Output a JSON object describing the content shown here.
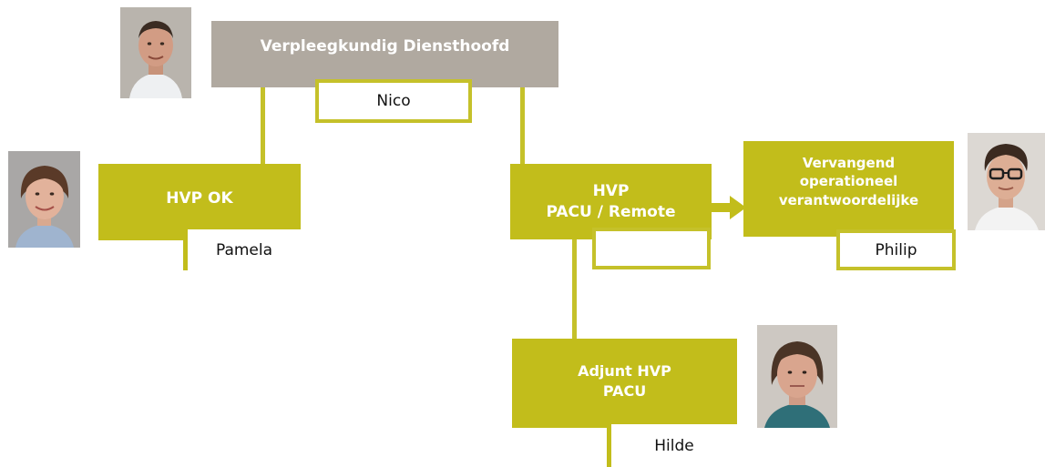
{
  "top": {
    "title": "Verpleegkundig Diensthoofd",
    "name": "Nico"
  },
  "hvp_ok": {
    "title": "HVP OK",
    "name": "Pamela"
  },
  "hvp_pacu": {
    "title_line1": "HVP",
    "title_line2": "PACU / Remote",
    "name": ""
  },
  "vervangend": {
    "line1": "Vervangend",
    "line2": "operationeel",
    "line3": "verantwoordelijke",
    "name": "Philip"
  },
  "adjunt": {
    "line1": "Adjunt HVP",
    "line2": "PACU",
    "name": "Hilde"
  },
  "colors": {
    "accent": "#c2bd1b",
    "top_box": "#b0a9a0",
    "text_on_box": "#ffffff"
  },
  "icons": [
    "person-photo-nico",
    "person-photo-pamela",
    "person-photo-philip",
    "person-photo-hilde",
    "arrow-right-icon"
  ]
}
